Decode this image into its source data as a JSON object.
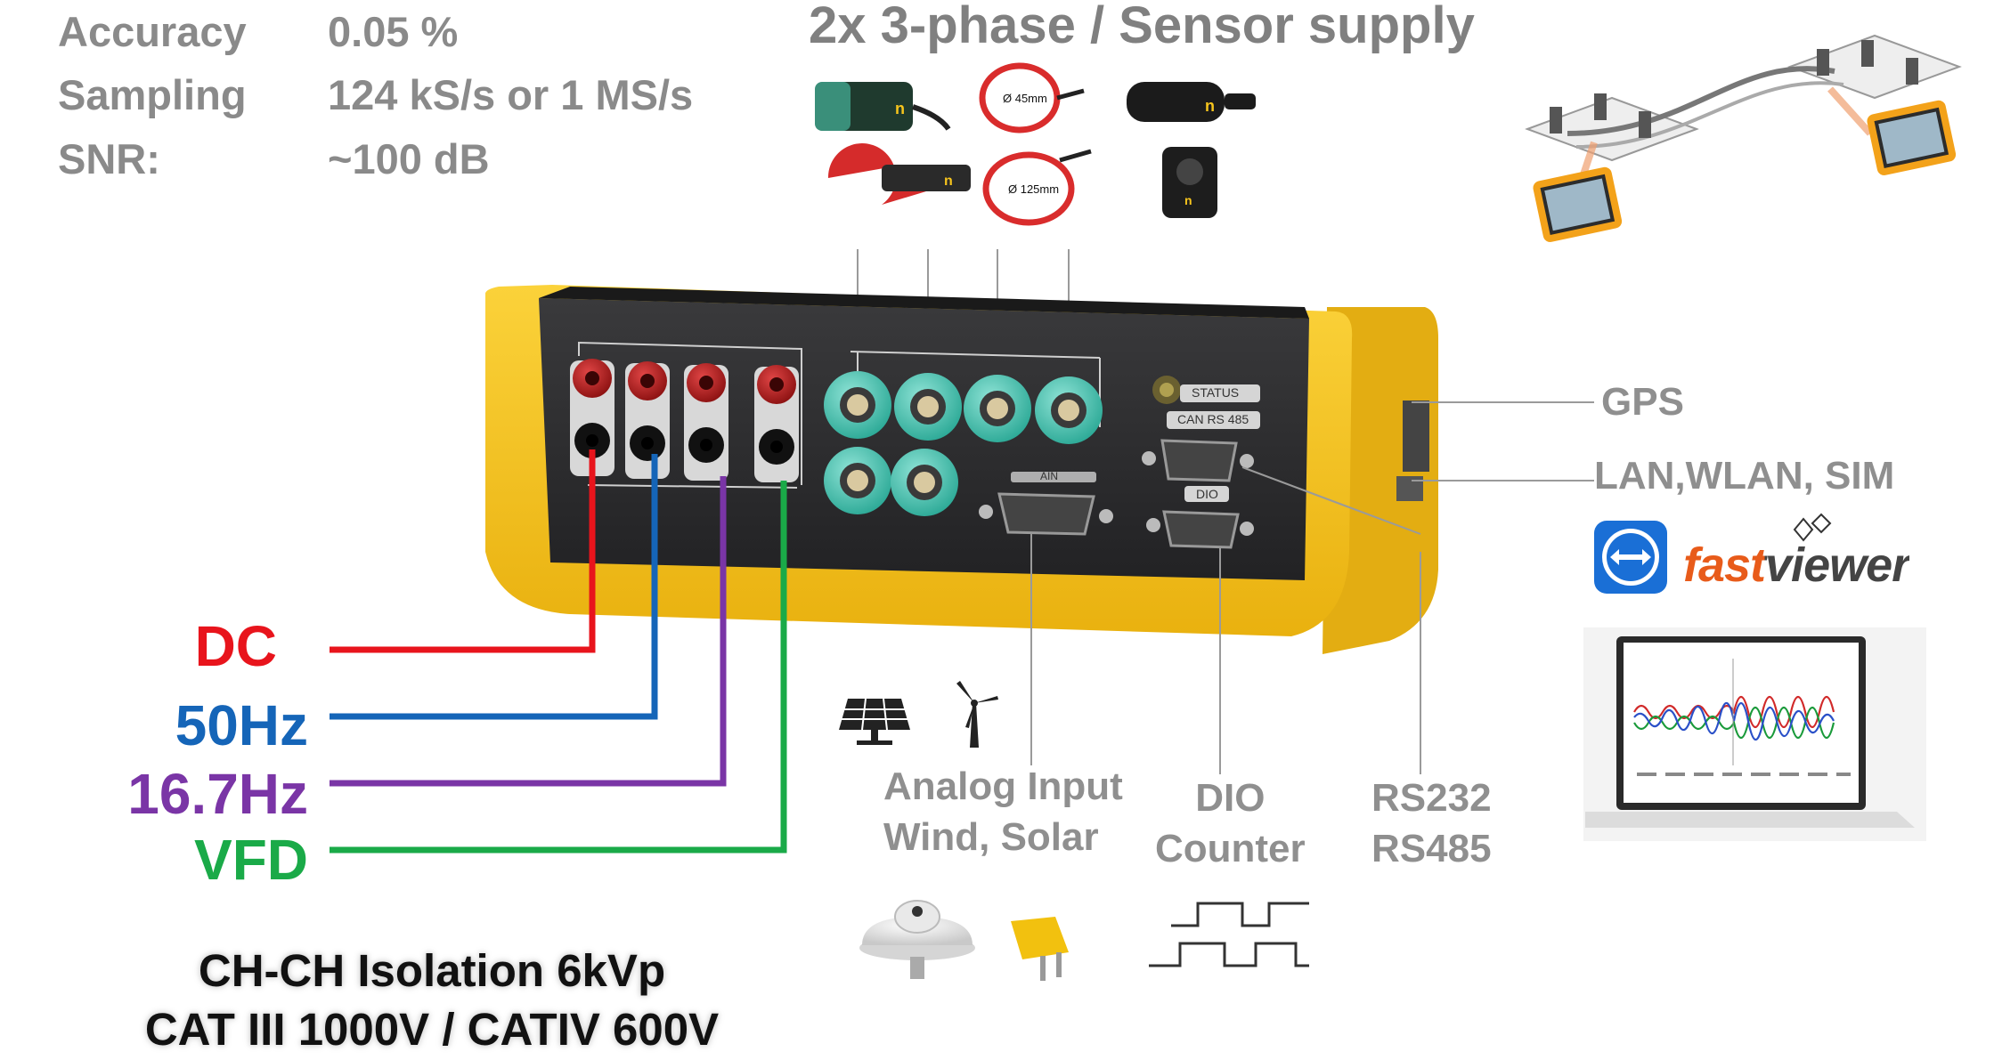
{
  "specs": {
    "accuracy_label": "Accuracy",
    "accuracy_value": "0.05 %",
    "sampling_label": "Sampling",
    "sampling_value": "124 kS/s or 1 MS/s",
    "snr_label": "SNR:",
    "snr_value": "~100 dB"
  },
  "sensor_title": "2x 3-phase / Sensor supply",
  "sensor_labels": {
    "rogowski_small": "Ø 45mm",
    "rogowski_large": "Ø 125mm"
  },
  "panel_labels": {
    "status": "STATUS",
    "can_rs485": "CAN RS 485",
    "ain": "AIN",
    "dio": "DIO"
  },
  "voltage_channels": [
    {
      "label": "DC",
      "color": "#e8141c"
    },
    {
      "label": "50Hz",
      "color": "#1565b8"
    },
    {
      "label": "16.7Hz",
      "color": "#7a35a6"
    },
    {
      "label": "VFD",
      "color": "#1aaa48"
    }
  ],
  "right_labels": {
    "gps": "GPS",
    "lan": "LAN,WLAN, SIM",
    "fastviewer": "fastviewer"
  },
  "bottom_labels": {
    "analog_line1": "Analog Input",
    "analog_line2": "Wind, Solar",
    "dio_line1": "DIO",
    "dio_line2": "Counter",
    "rs_line1": "RS232",
    "rs_line2": "RS485"
  },
  "isolation": {
    "line1": "CH-CH Isolation 6kVp",
    "line2": "CAT III 1000V / CATIV 600V"
  },
  "colors": {
    "housing_yellow": "#f7c51d",
    "panel_dark": "#2c2c2e",
    "connector_teal": "#3fc2b0",
    "teamviewer_blue": "#1a6fd6",
    "fastviewer_orange": "#e85b1a"
  }
}
